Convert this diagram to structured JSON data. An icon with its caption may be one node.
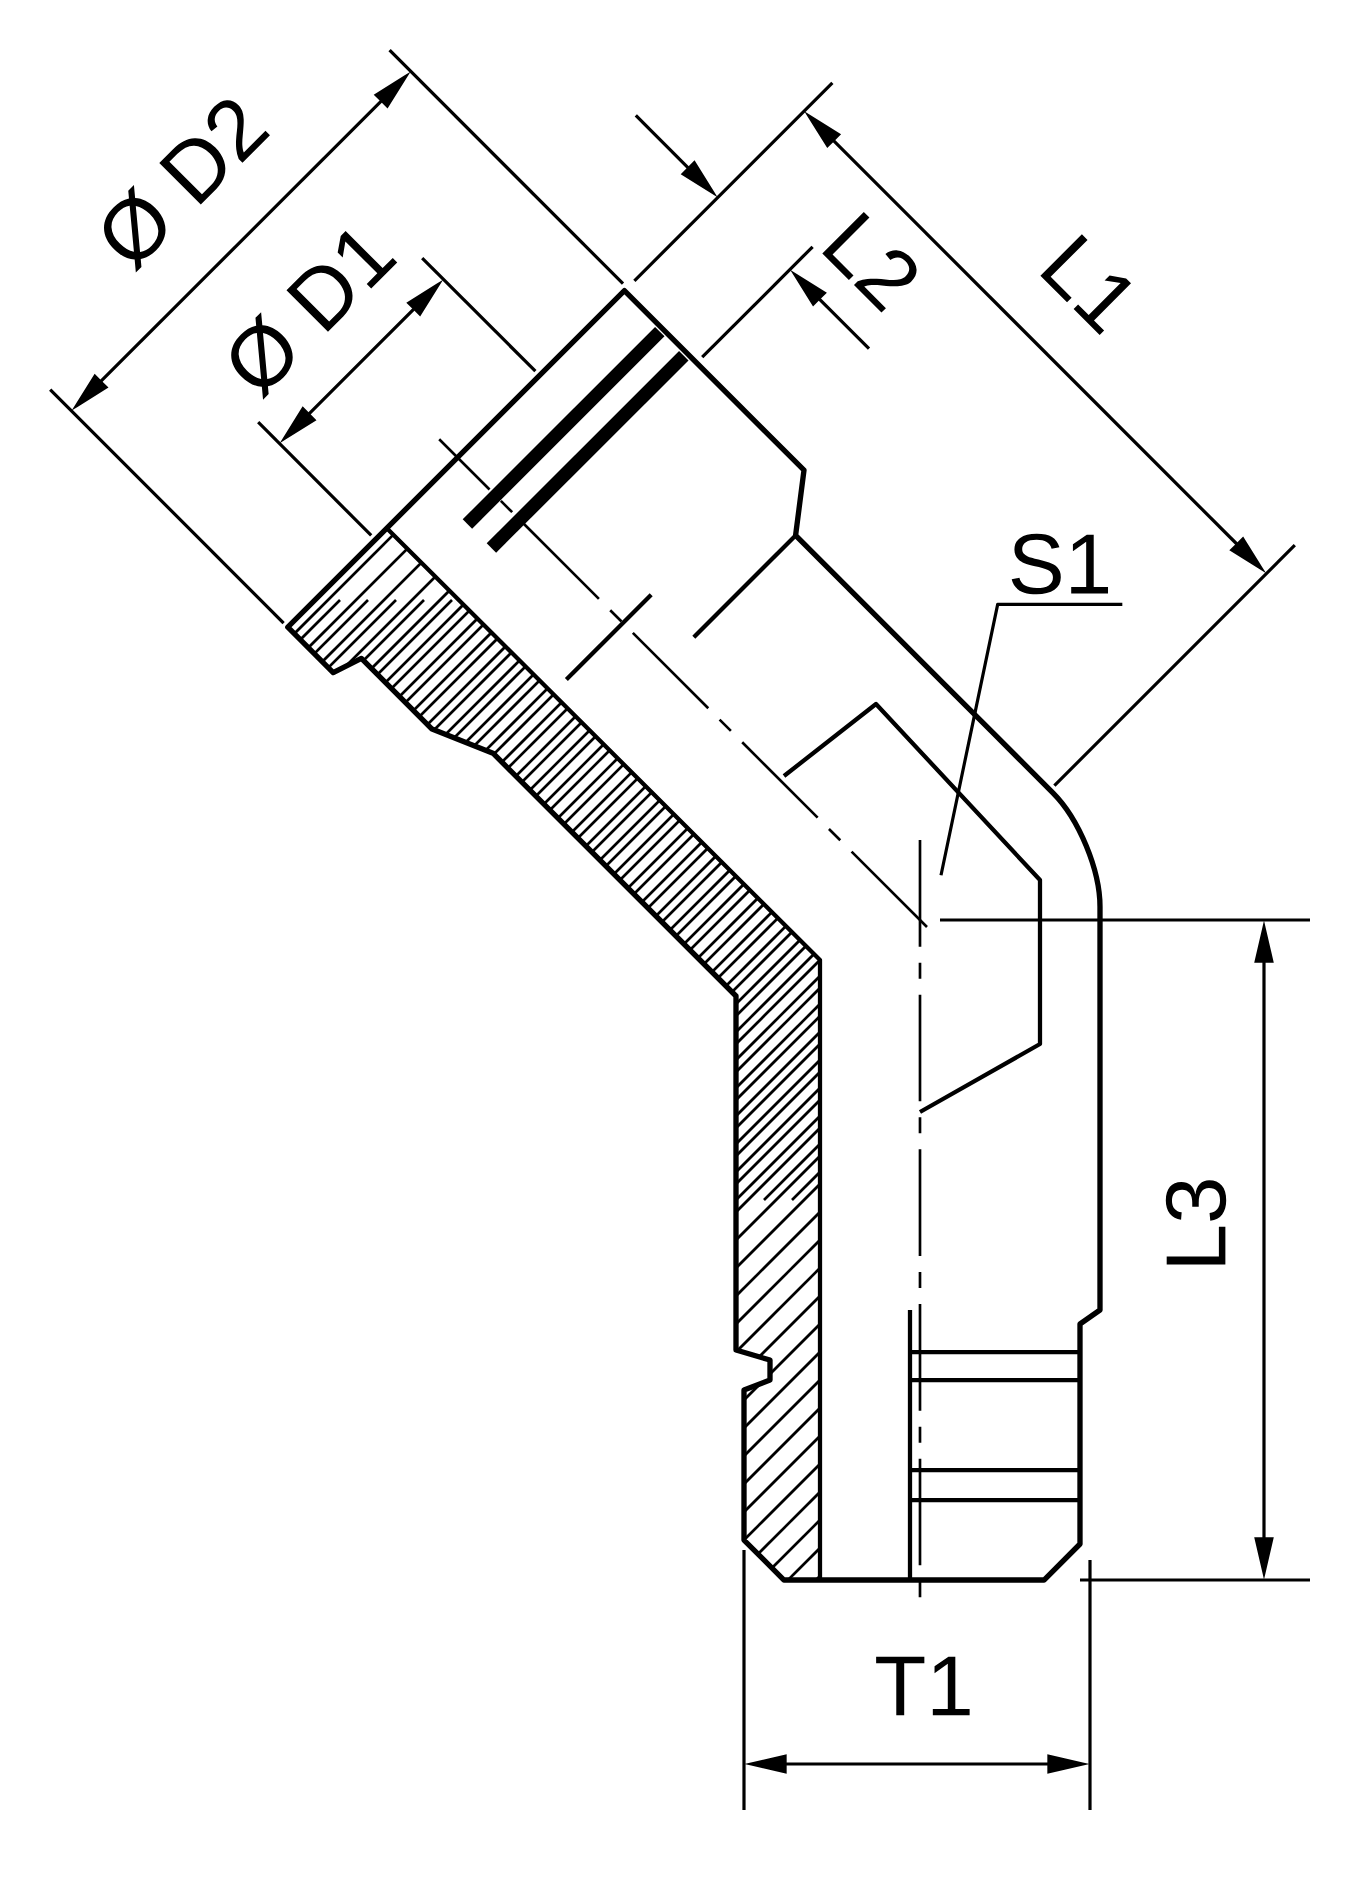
{
  "diagram": {
    "nodes": [
      {
        "text": [
          "S1"
        ]
      },
      {
        "text": [],
        "shape": "picture"
      }
    ],
    "edges": [
      {
        "from": 0,
        "to": 1,
        "arrow": "none"
      }
    ],
    "labels": [
      "Ø D2",
      "Ø D1",
      "L2",
      "L1",
      "L3",
      "T1"
    ]
  }
}
